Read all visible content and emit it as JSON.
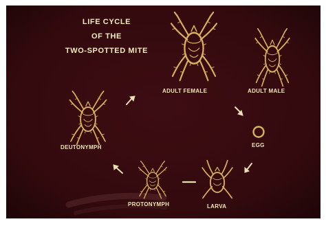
{
  "title": {
    "lines": [
      "LIFE CYCLE",
      "OF THE",
      "TWO-SPOTTED MITE"
    ]
  },
  "stages": {
    "adult_female": "ADULT FEMALE",
    "adult_male": "ADULT MALE",
    "egg": "EGG",
    "larva": "LARVA",
    "protonymph": "PROTONYMPH",
    "deutonymph": "DEUTONYMPH"
  },
  "colors": {
    "background": "#3a0c10",
    "drawing": "#d8b15a",
    "text": "#f1e7b6"
  }
}
